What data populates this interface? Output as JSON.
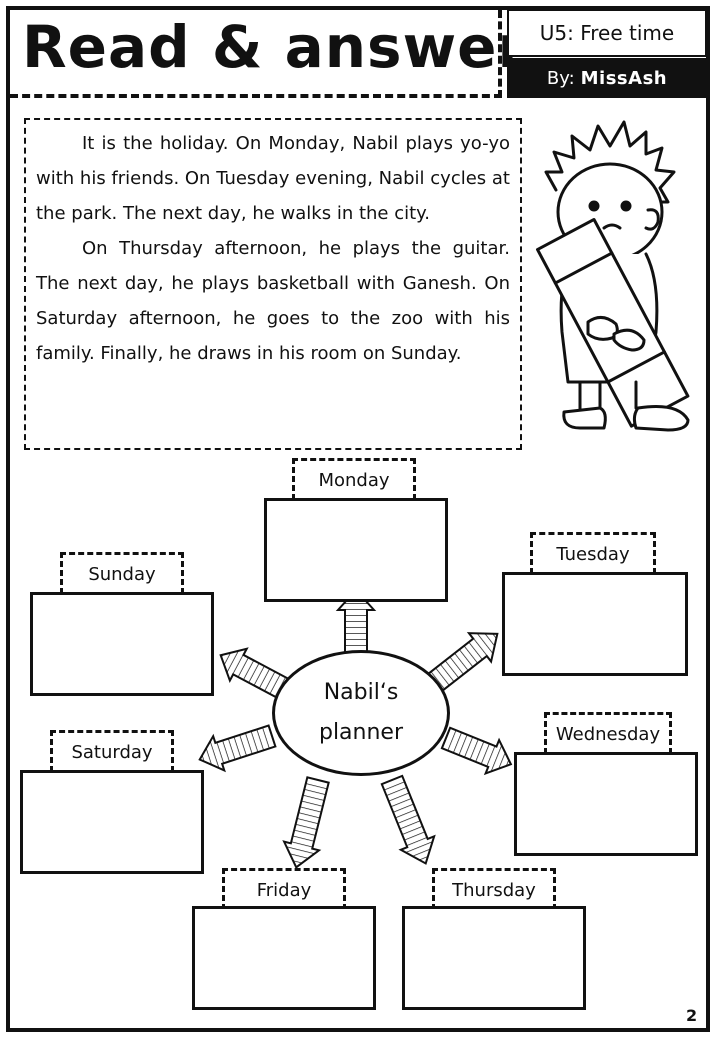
{
  "header": {
    "title": "Read & answer",
    "unit": "U5: Free time",
    "author_prefix": "By:",
    "author_name": "MissAsh"
  },
  "reading": {
    "paragraphs": [
      "It is the holiday. On Monday, Nabil plays yo-yo with his friends. On Tuesday evening, Nabil cycles at the park. The next day, he walks in the city.",
      "On Thursday afternoon, he plays the guitar. The next day, he plays basketball with Ganesh. On Saturday afternoon, he goes to the zoo with his family. Finally, he draws in his room on Sunday."
    ]
  },
  "planner": {
    "center_line1": "Nabil‘s",
    "center_line2": "planner",
    "days": {
      "monday": "Monday",
      "tuesday": "Tuesday",
      "wednesday": "Wednesday",
      "thursday": "Thursday",
      "friday": "Friday",
      "saturday": "Saturday",
      "sunday": "Sunday"
    }
  },
  "footer": {
    "page_number": "2"
  },
  "illustration": {
    "icon": "boy-holding-book-illustration"
  }
}
